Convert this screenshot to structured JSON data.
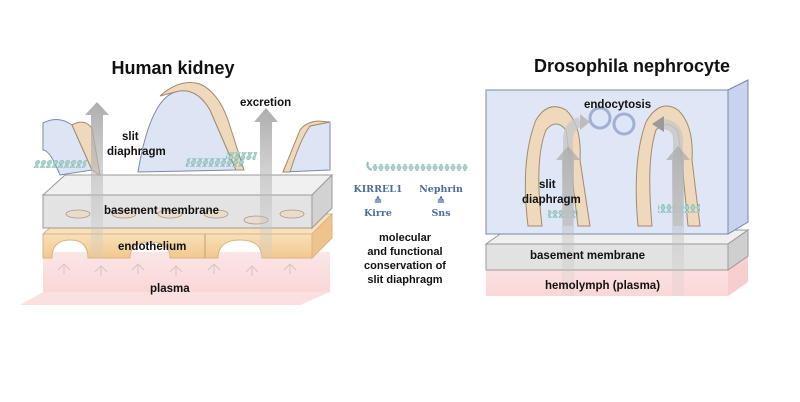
{
  "left_panel": {
    "title": "Human kidney",
    "labels": {
      "slit_diaphragm_1": "slit",
      "slit_diaphragm_2": "diaphragm",
      "excretion": "excretion",
      "basement_membrane": "basement membrane",
      "endothelium": "endothelium",
      "plasma": "plasma"
    }
  },
  "middle": {
    "human_protein": "KIRREL1",
    "fly_protein": "Kirre",
    "human_protein_2": "Nephrin",
    "fly_protein_2": "Sns",
    "equiv_symbol": "≙",
    "caption_1": "molecular",
    "caption_2": "and functional",
    "caption_3": "conservation of",
    "caption_4": "slit diaphragm"
  },
  "right_panel": {
    "title": "Drosophila nephrocyte",
    "labels": {
      "endocytosis": "endocytosis",
      "slit_diaphragm_1": "slit",
      "slit_diaphragm_2": "diaphragm",
      "basement_membrane": "basement membrane",
      "hemolymph": "hemolymph (plasma)"
    }
  },
  "colors": {
    "podocyte_blue": "#dde5f5",
    "foot_tan": "#efd9bd",
    "membrane_grey": "#e4e4e4",
    "endothelium_orange": "#f6d7aa",
    "plasma_pink": "#fde3e3",
    "diaphragm_teal": "#9cc8c4",
    "arrow_grey": "#bdbdbd"
  }
}
